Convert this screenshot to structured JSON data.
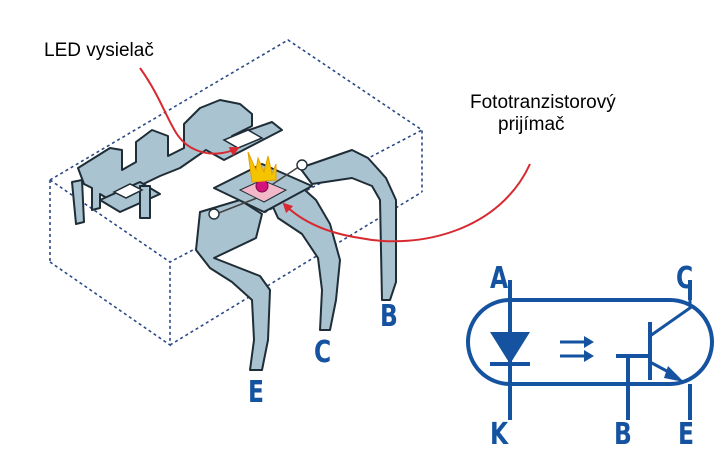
{
  "labels": {
    "led_emitter": "LED vysielač",
    "phototransistor_line1": "Fototranzistorový",
    "phototransistor_line2": "prijímač"
  },
  "package_pins": [
    "E",
    "C",
    "B"
  ],
  "symbol_pins": {
    "anode": "A",
    "cathode": "K",
    "collector": "C",
    "base": "B",
    "emitter": "E"
  },
  "colors": {
    "lead_fill": "#a9c3d1",
    "lead_stroke": "#1f2d36",
    "package_outline": "#2b4a86",
    "pointer_arrow": "#d72a30",
    "pin_letter": "#1553a0",
    "symbol_stroke": "#1553a0",
    "light_glow": "#f5c400",
    "chip": "#d4147c"
  }
}
